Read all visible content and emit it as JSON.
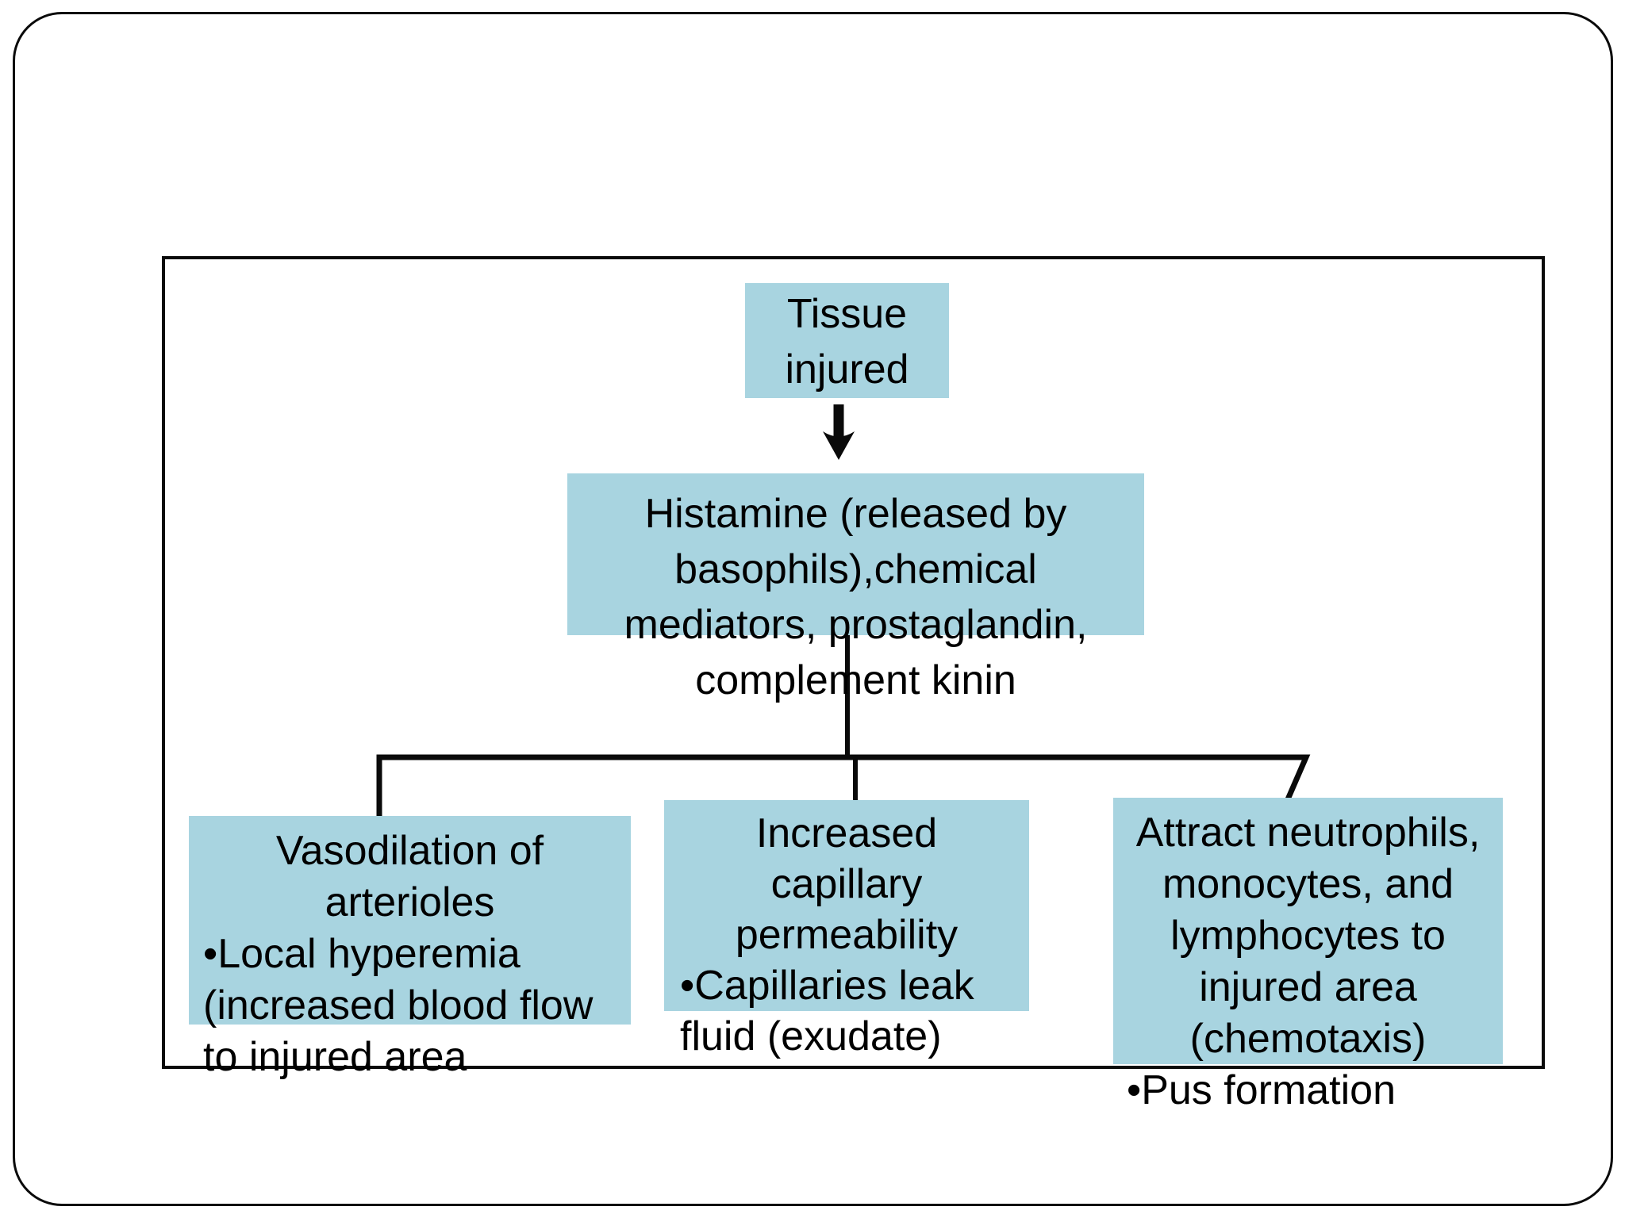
{
  "colors": {
    "background": "#ffffff",
    "box_fill": "#a8d4e0",
    "line_color": "#0a0a0a",
    "text_color": "#000000"
  },
  "flowchart": {
    "tissue_box": {
      "lines": [
        "Tissue",
        "injured"
      ]
    },
    "histamine_box": {
      "lines": [
        "Histamine (released by",
        "basophils),chemical",
        "mediators, prostaglandin,",
        "complement kinin"
      ]
    },
    "vasodilation_box": {
      "lines": [
        "Vasodilation of",
        "arterioles",
        "•Local hyperemia",
        "(increased blood flow",
        "to injured area"
      ]
    },
    "capillary_box": {
      "lines": [
        "Increased",
        "capillary",
        "permeability",
        "•Capillaries leak",
        "fluid (exudate)"
      ]
    },
    "attract_box": {
      "lines": [
        "Attract neutrophils,",
        "monocytes, and",
        "lymphocytes to",
        "injured area",
        "(chemotaxis)",
        "•Pus formation"
      ]
    }
  }
}
